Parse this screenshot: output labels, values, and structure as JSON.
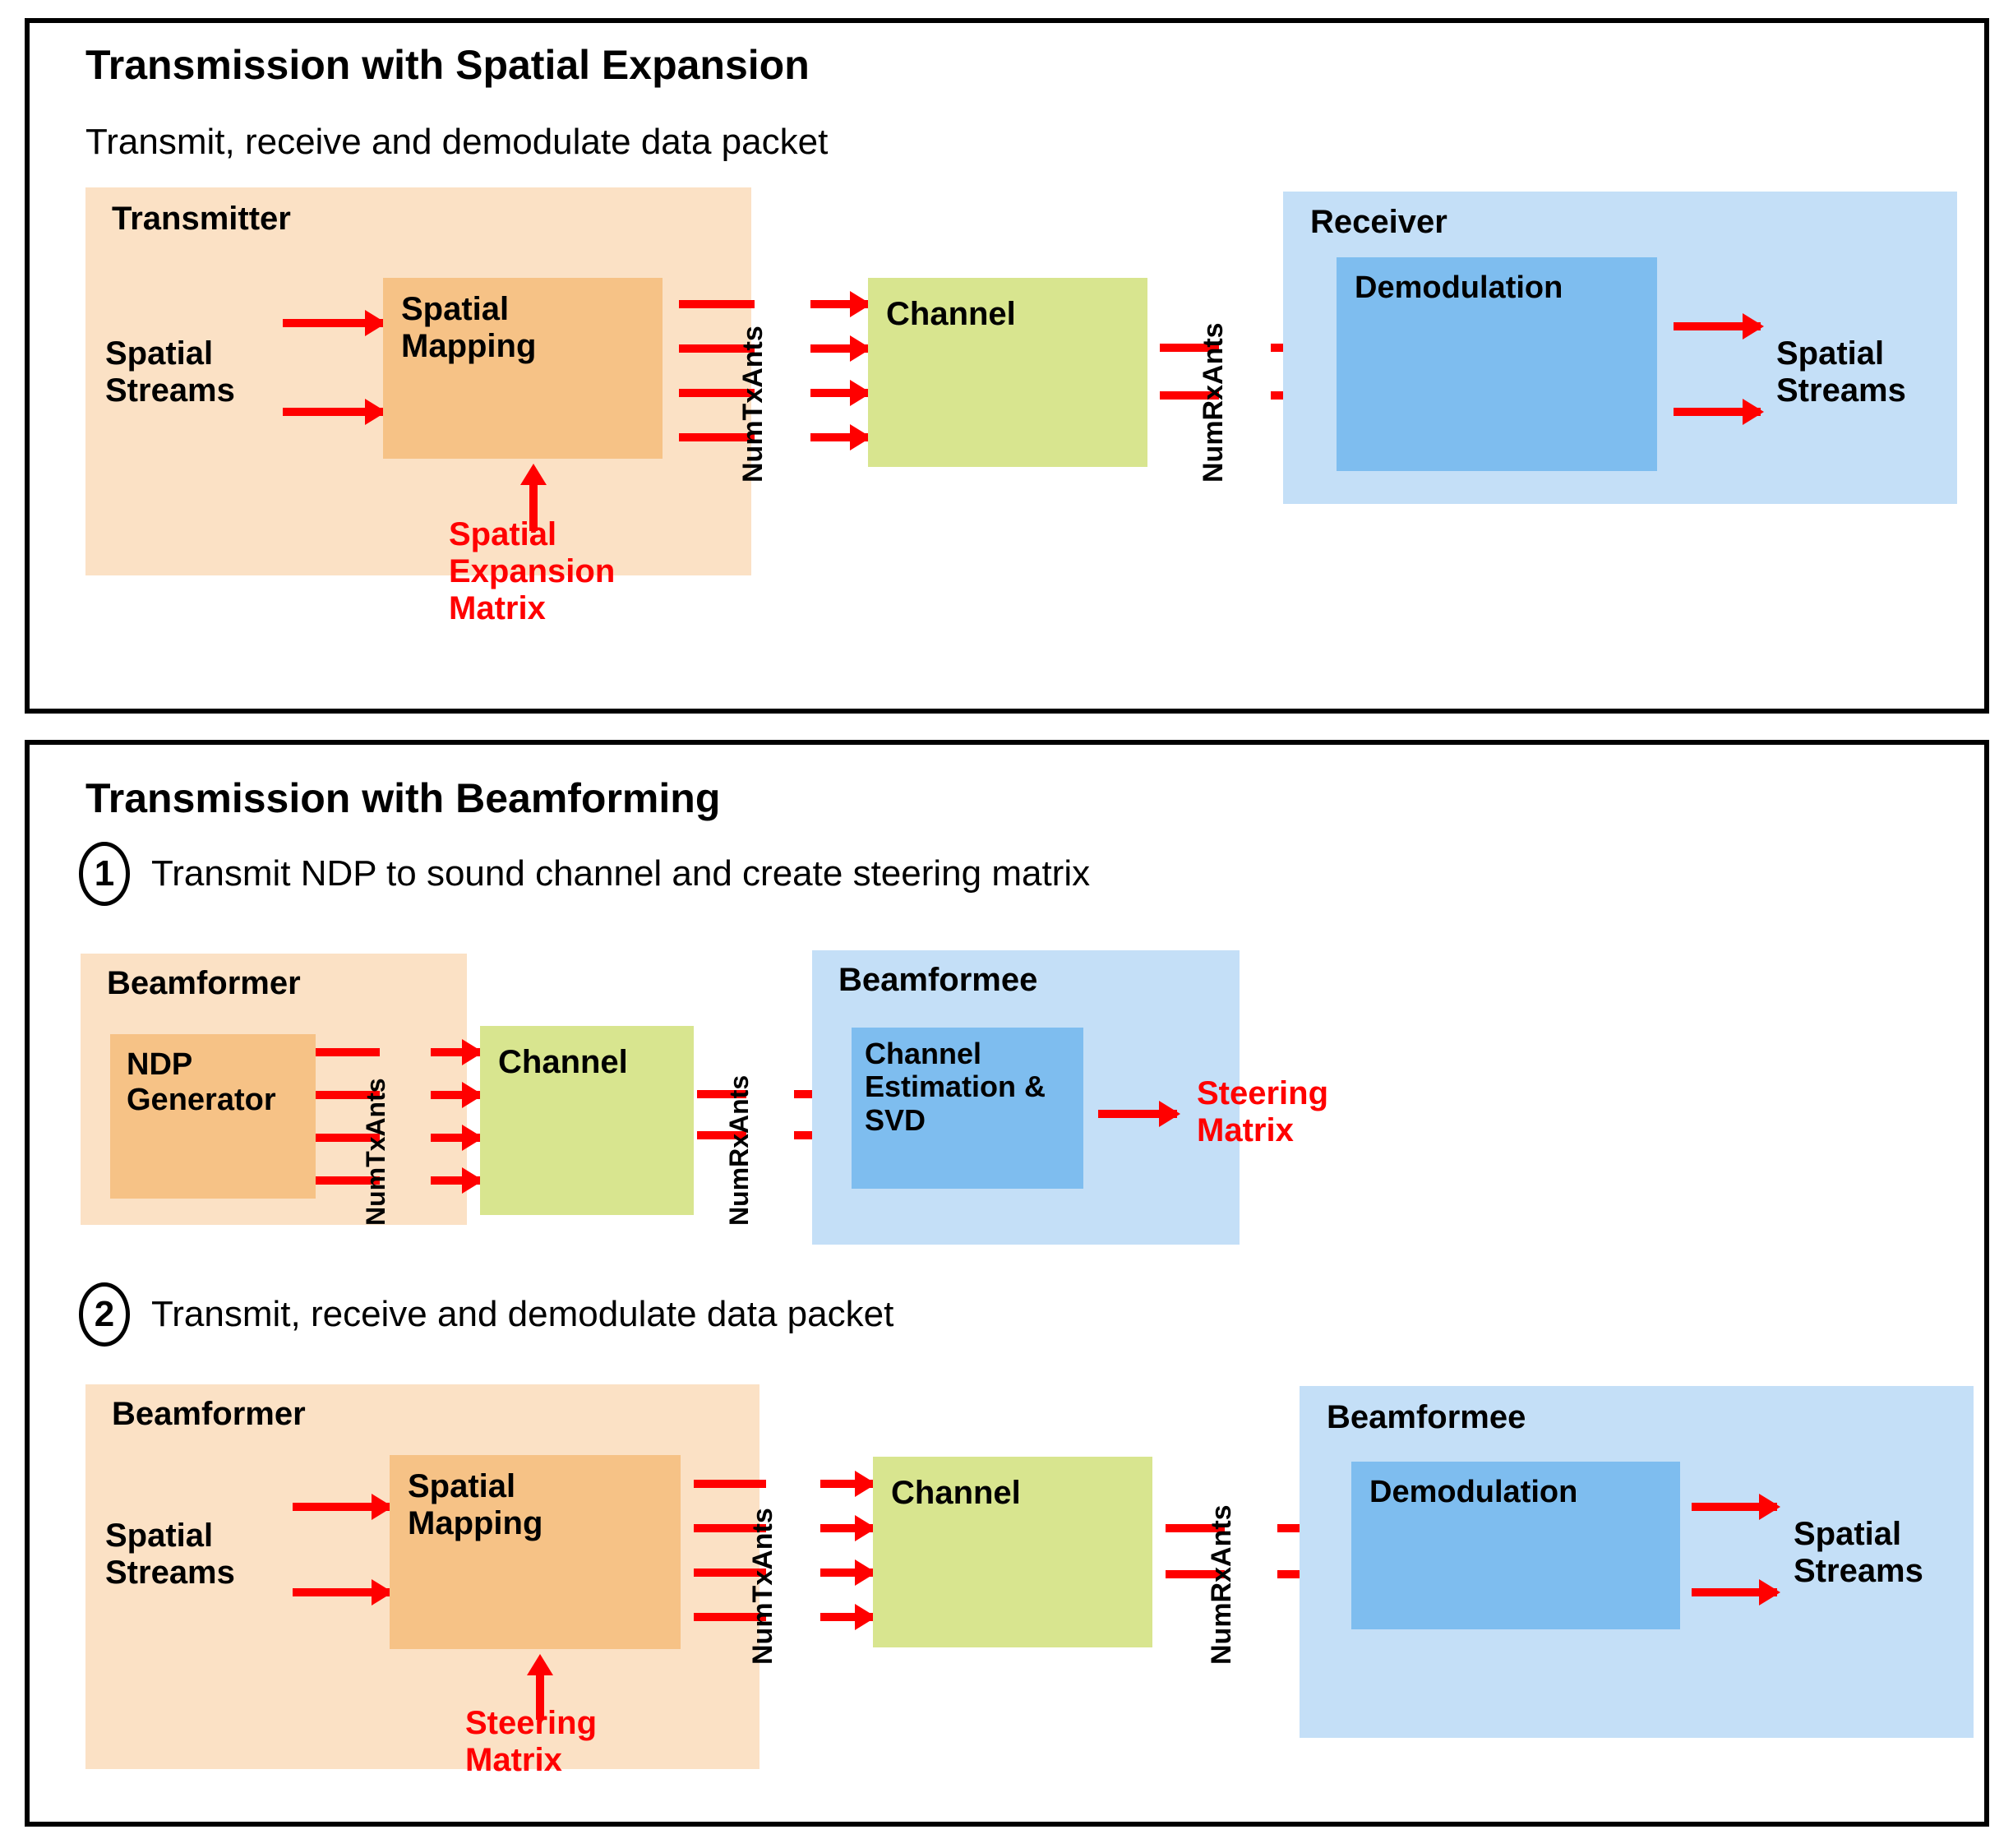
{
  "panels": [
    {
      "id": "spatial-expansion",
      "title": "Transmission with Spatial Expansion",
      "subtitle": "Transmit, receive and demodulate data packet",
      "zones": [
        {
          "name": "transmitter",
          "label": "Transmitter"
        },
        {
          "name": "receiver",
          "label": "Receiver"
        }
      ],
      "blocks": [
        {
          "name": "spatial-mapping",
          "label": "Spatial\nMapping"
        },
        {
          "name": "channel",
          "label": "Channel"
        },
        {
          "name": "demodulation",
          "label": "Demodulation"
        }
      ],
      "labels": {
        "input_streams": "Spatial\nStreams",
        "output_streams": "Spatial\nStreams",
        "matrix": "Spatial\nExpansion\nMatrix",
        "num_tx_ants": "NumTxAnts",
        "num_rx_ants": "NumRxAnts"
      }
    },
    {
      "id": "beamforming",
      "title": "Transmission with Beamforming",
      "steps": [
        {
          "number": "1",
          "text": "Transmit NDP to sound channel and create steering matrix"
        },
        {
          "number": "2",
          "text": "Transmit, receive and demodulate data packet"
        }
      ],
      "step1": {
        "zones": [
          {
            "name": "beamformer",
            "label": "Beamformer"
          },
          {
            "name": "beamformee",
            "label": "Beamformee"
          }
        ],
        "blocks": [
          {
            "name": "ndp-generator",
            "label": "NDP\nGenerator"
          },
          {
            "name": "channel",
            "label": "Channel"
          },
          {
            "name": "channel-estimation-svd",
            "label": "Channel\nEstimation &\nSVD"
          }
        ],
        "labels": {
          "num_tx_ants": "NumTxAnts",
          "num_rx_ants": "NumRxAnts",
          "steering_matrix": "Steering\nMatrix"
        }
      },
      "step2": {
        "zones": [
          {
            "name": "beamformer",
            "label": "Beamformer"
          },
          {
            "name": "beamformee",
            "label": "Beamformee"
          }
        ],
        "blocks": [
          {
            "name": "spatial-mapping",
            "label": "Spatial\nMapping"
          },
          {
            "name": "channel",
            "label": "Channel"
          },
          {
            "name": "demodulation",
            "label": "Demodulation"
          }
        ],
        "labels": {
          "input_streams": "Spatial\nStreams",
          "output_streams": "Spatial\nStreams",
          "steering_matrix": "Steering\nMatrix",
          "num_tx_ants": "NumTxAnts",
          "num_rx_ants": "NumRxAnts"
        }
      }
    }
  ],
  "colors": {
    "zone_tx": "#FBE1C5",
    "zone_rx": "#C4DFF7",
    "block_orange": "#F6C286",
    "block_green": "#D8E58F",
    "block_blue": "#7EBDEF",
    "accent_red": "#FF0000",
    "border": "#000000"
  }
}
